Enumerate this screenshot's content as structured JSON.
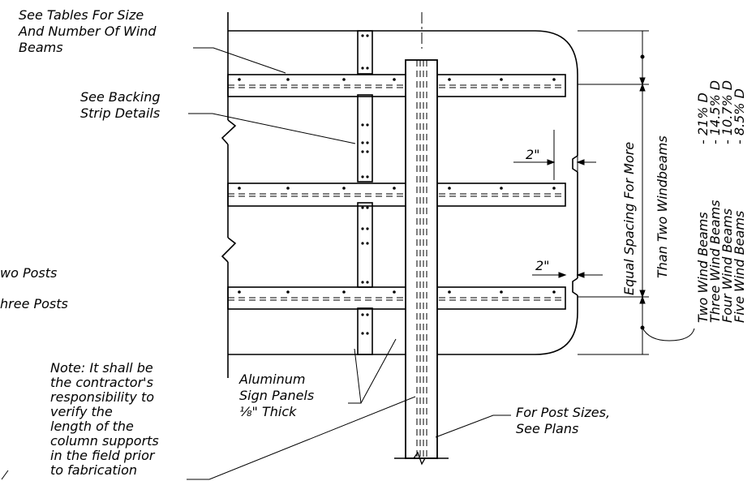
{
  "notes": {
    "wind_beams_note": [
      "See Tables For Size",
      "And Number Of Wind",
      "Beams"
    ],
    "backing_strip_note": [
      "See Backing",
      "Strip Details"
    ],
    "two_posts": "wo Posts",
    "three_posts": "hree Posts",
    "contractor_note": [
      "Note: It shall be",
      "the contractor's",
      "responsibility to",
      "verify the",
      "length of the",
      "column supports",
      "in the field prior",
      "to fabrication"
    ],
    "aluminum_note": [
      "Aluminum",
      "Sign Panels",
      "⅛\" Thick"
    ],
    "post_sizes_note": [
      "For Post Sizes,",
      "See Plans"
    ]
  },
  "dimensions": {
    "top_gap": "2\"",
    "lower_gap": "2\"",
    "equal_spacing": "Equal Spacing For More",
    "than_two": "Than Two Windbeams"
  },
  "spacing_table": {
    "rows": [
      {
        "label": "Two Wind Beams",
        "value": "-  21% D"
      },
      {
        "label": "Three Wind Beams",
        "value": "-  14.5% D"
      },
      {
        "label": "Four Wind Beams",
        "value": "-  10.7% D"
      },
      {
        "label": "Five Wind Beams",
        "value": "-  8.5% D"
      }
    ]
  }
}
